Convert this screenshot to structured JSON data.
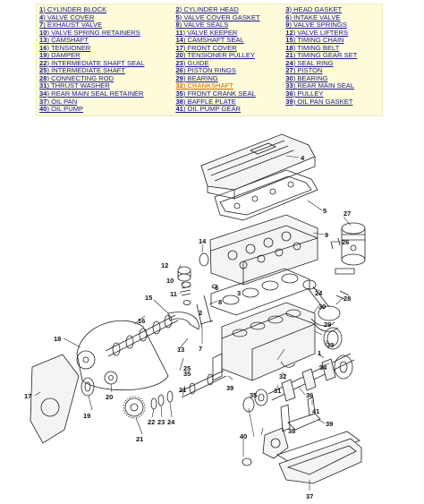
{
  "legend": {
    "rows": [
      [
        {
          "num": "1",
          "label": "CYLINDER BLOCK"
        },
        {
          "num": "2",
          "label": "CYLINDER HEAD"
        },
        {
          "num": "3",
          "label": "HEAD GASKET"
        }
      ],
      [
        {
          "num": "4",
          "label": "VALVE COVER"
        },
        {
          "num": "5",
          "label": "VALVE COVER GASKET"
        },
        {
          "num": "6",
          "label": "INTAKE VALVE"
        }
      ],
      [
        {
          "num": "7",
          "label": "EXHAUST VALVE"
        },
        {
          "num": "8",
          "label": "VALVE SEALS"
        },
        {
          "num": "9",
          "label": "VALVE SPRINGS"
        }
      ],
      [
        {
          "num": "10",
          "label": "VALVE SPRING RETAINERS"
        },
        {
          "num": "11",
          "label": "VALVE KEEPER"
        },
        {
          "num": "12",
          "label": "VALVE LIFTERS"
        }
      ],
      [
        {
          "num": "13",
          "label": "CAMSHAFT"
        },
        {
          "num": "14",
          "label": "CAMSHAFT SEAL"
        },
        {
          "num": "15",
          "label": "TIMING CHAIN"
        }
      ],
      [
        {
          "num": "16",
          "label": "TENSIONER"
        },
        {
          "num": "17",
          "label": "FRONT COVER"
        },
        {
          "num": "18",
          "label": "TIMING BELT"
        }
      ],
      [
        {
          "num": "19",
          "label": "DAMPER"
        },
        {
          "num": "20",
          "label": "TENSIONER PULLEY"
        },
        {
          "num": "21",
          "label": "TIMING GEAR SET"
        }
      ],
      [
        {
          "num": "22",
          "label": "INTERMEDIATE SHAFT SEAL"
        },
        {
          "num": "23",
          "label": "GUIDE"
        },
        {
          "num": "24",
          "label": "SEAL RING"
        }
      ],
      [
        {
          "num": "25",
          "label": "INTERMEDIATE SHAFT"
        },
        {
          "num": "26",
          "label": "PISTON RINGS"
        },
        {
          "num": "27",
          "label": "PISTON"
        }
      ],
      [
        {
          "num": "28",
          "label": "CONNECTING ROD"
        },
        {
          "num": "29",
          "label": "BEARING"
        },
        {
          "num": "30",
          "label": "BEARING"
        }
      ],
      [
        {
          "num": "31",
          "label": "THRUST WASHER"
        },
        {
          "num": "32",
          "label": "CRANKSHAFT",
          "visited": true
        },
        {
          "num": "33",
          "label": "REAR MAIN SEAL"
        }
      ],
      [
        {
          "num": "34",
          "label": "REAR MAIN SEAL RETAINER"
        },
        {
          "num": "35",
          "label": "FRONT CRANK SEAL"
        },
        {
          "num": "36",
          "label": "PULLEY"
        }
      ],
      [
        {
          "num": "37",
          "label": "OIL PAN"
        },
        {
          "num": "38",
          "label": "BAFFLE PLATE"
        },
        {
          "num": "39",
          "label": "OIL PAN GASKET"
        }
      ],
      [
        {
          "num": "40",
          "label": "OIL PUMP"
        },
        {
          "num": "41",
          "label": "OIL PUMP GEAR"
        },
        null
      ]
    ]
  },
  "callouts": {
    "c1": "1",
    "c2": "2",
    "c3": "3",
    "c4": "4",
    "c5": "5",
    "c6": "6",
    "c7": "7",
    "c8": "8",
    "c9": "9",
    "c10": "10",
    "c11": "11",
    "c12": "12",
    "c13": "13",
    "c14": "14",
    "c15": "15",
    "c16": "16",
    "c17": "17",
    "c18": "18",
    "c19": "19",
    "c20": "20",
    "c21a": "21",
    "c21b": "21",
    "c22": "22",
    "c23": "23",
    "c24": "24",
    "c25": "25",
    "c26": "26",
    "c27": "27",
    "c28": "28",
    "c29": "29",
    "c30": "30",
    "c31": "31",
    "c32": "32",
    "c33": "33",
    "c34": "34",
    "c35": "35",
    "c36": "36",
    "c37": "37",
    "c38": "38",
    "c39": "39",
    "c40": "40",
    "c41": "41"
  }
}
